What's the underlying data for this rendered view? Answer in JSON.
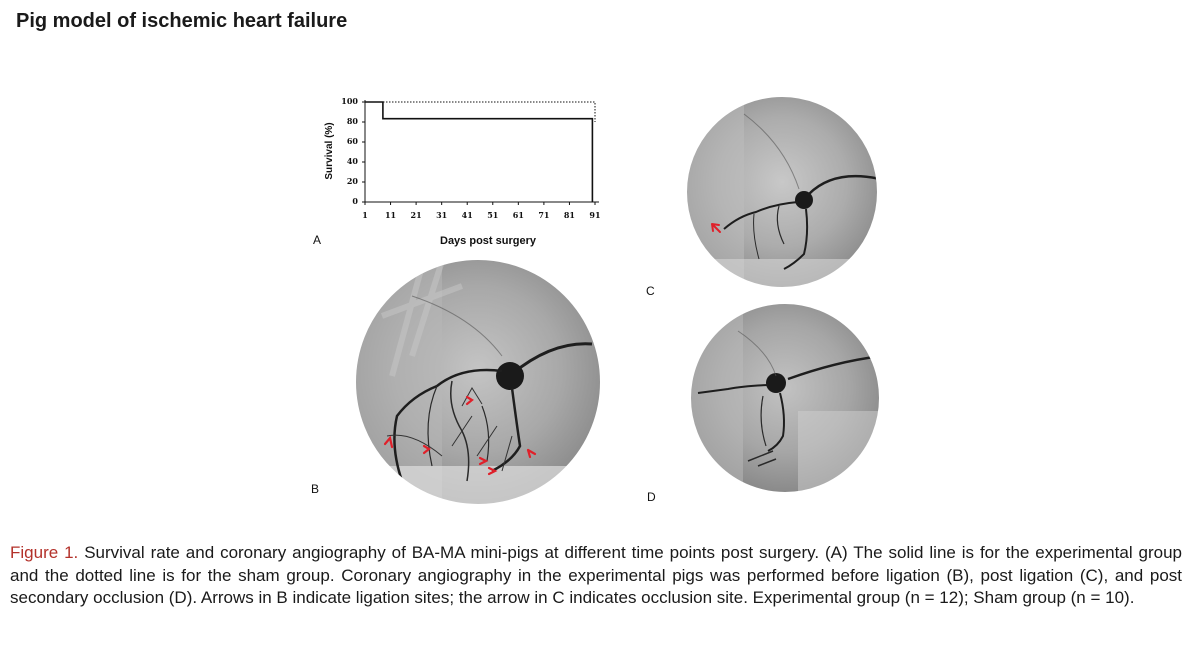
{
  "page": {
    "title": "Pig model of ischemic heart failure"
  },
  "panels": {
    "a": "A",
    "b": "B",
    "c": "C",
    "d": "D"
  },
  "colors": {
    "caption_label": "#b3312a",
    "arrow": "#e0202a",
    "angiography_background": "#9a9a9a",
    "vessel": "#1a1a1a"
  },
  "chart_data": {
    "type": "line",
    "title": "",
    "xlabel": "Days post surgery",
    "ylabel": "Survival (%)",
    "x_ticks": [
      1,
      11,
      21,
      31,
      41,
      51,
      61,
      71,
      81,
      91
    ],
    "y_ticks": [
      0,
      20,
      40,
      60,
      80,
      100
    ],
    "xlim": [
      1,
      91
    ],
    "ylim": [
      0,
      100
    ],
    "grid": false,
    "legend": "none",
    "series": [
      {
        "style": "solid",
        "steps": [
          [
            1,
            100
          ],
          [
            8,
            100
          ],
          [
            8,
            83.3
          ],
          [
            90,
            83.3
          ],
          [
            90,
            0
          ]
        ]
      },
      {
        "style": "dotted",
        "steps": [
          [
            1,
            100
          ],
          [
            91,
            100
          ],
          [
            91,
            80
          ]
        ]
      }
    ]
  },
  "caption": {
    "label": "Figure 1.",
    "text": " Survival rate and coronary angiography of BA-MA mini-pigs at different time points post surgery. (A) The solid line is for the experimental group and the dotted line is for the sham group. Coronary angiography in the experimental pigs was performed before ligation (B), post ligation (C), and post secondary occlusion (D). Arrows in B indicate ligation sites; the arrow in C indicates occlusion site. Experimental group (n = 12); Sham group (n = 10)."
  }
}
